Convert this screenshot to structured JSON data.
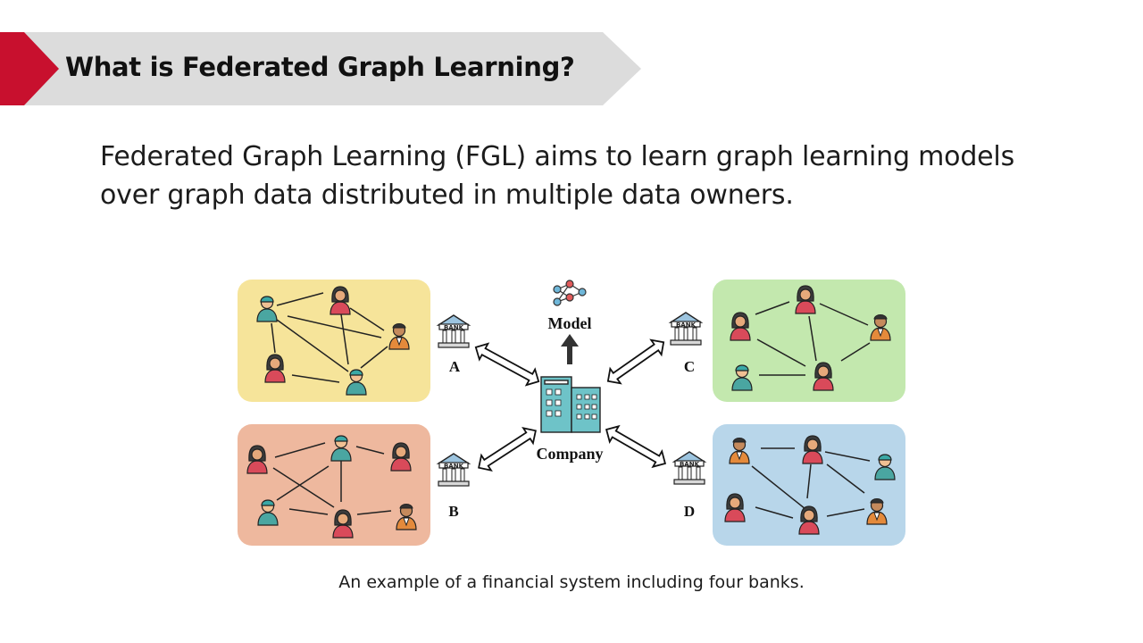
{
  "slide": {
    "title": "What is Federated Graph Learning?",
    "body_lines": [
      "Federated Graph Learning (FGL) aims to learn graph learning models",
      "over graph data distributed in multiple data owners."
    ],
    "caption": "An example of a financial system including four banks."
  },
  "colors": {
    "accent_red": "#c8102e",
    "title_band": "#dcdcdc",
    "panel_a": "#f6e49a",
    "panel_b": "#eeb89e",
    "panel_c": "#c3e8ae",
    "panel_d": "#b8d6ea"
  },
  "diagram": {
    "model_label": "Model",
    "company_label": "Company",
    "banks": [
      {
        "letter": "A",
        "sign": "BANK"
      },
      {
        "letter": "B",
        "sign": "BANK"
      },
      {
        "letter": "C",
        "sign": "BANK"
      },
      {
        "letter": "D",
        "sign": "BANK"
      }
    ]
  }
}
